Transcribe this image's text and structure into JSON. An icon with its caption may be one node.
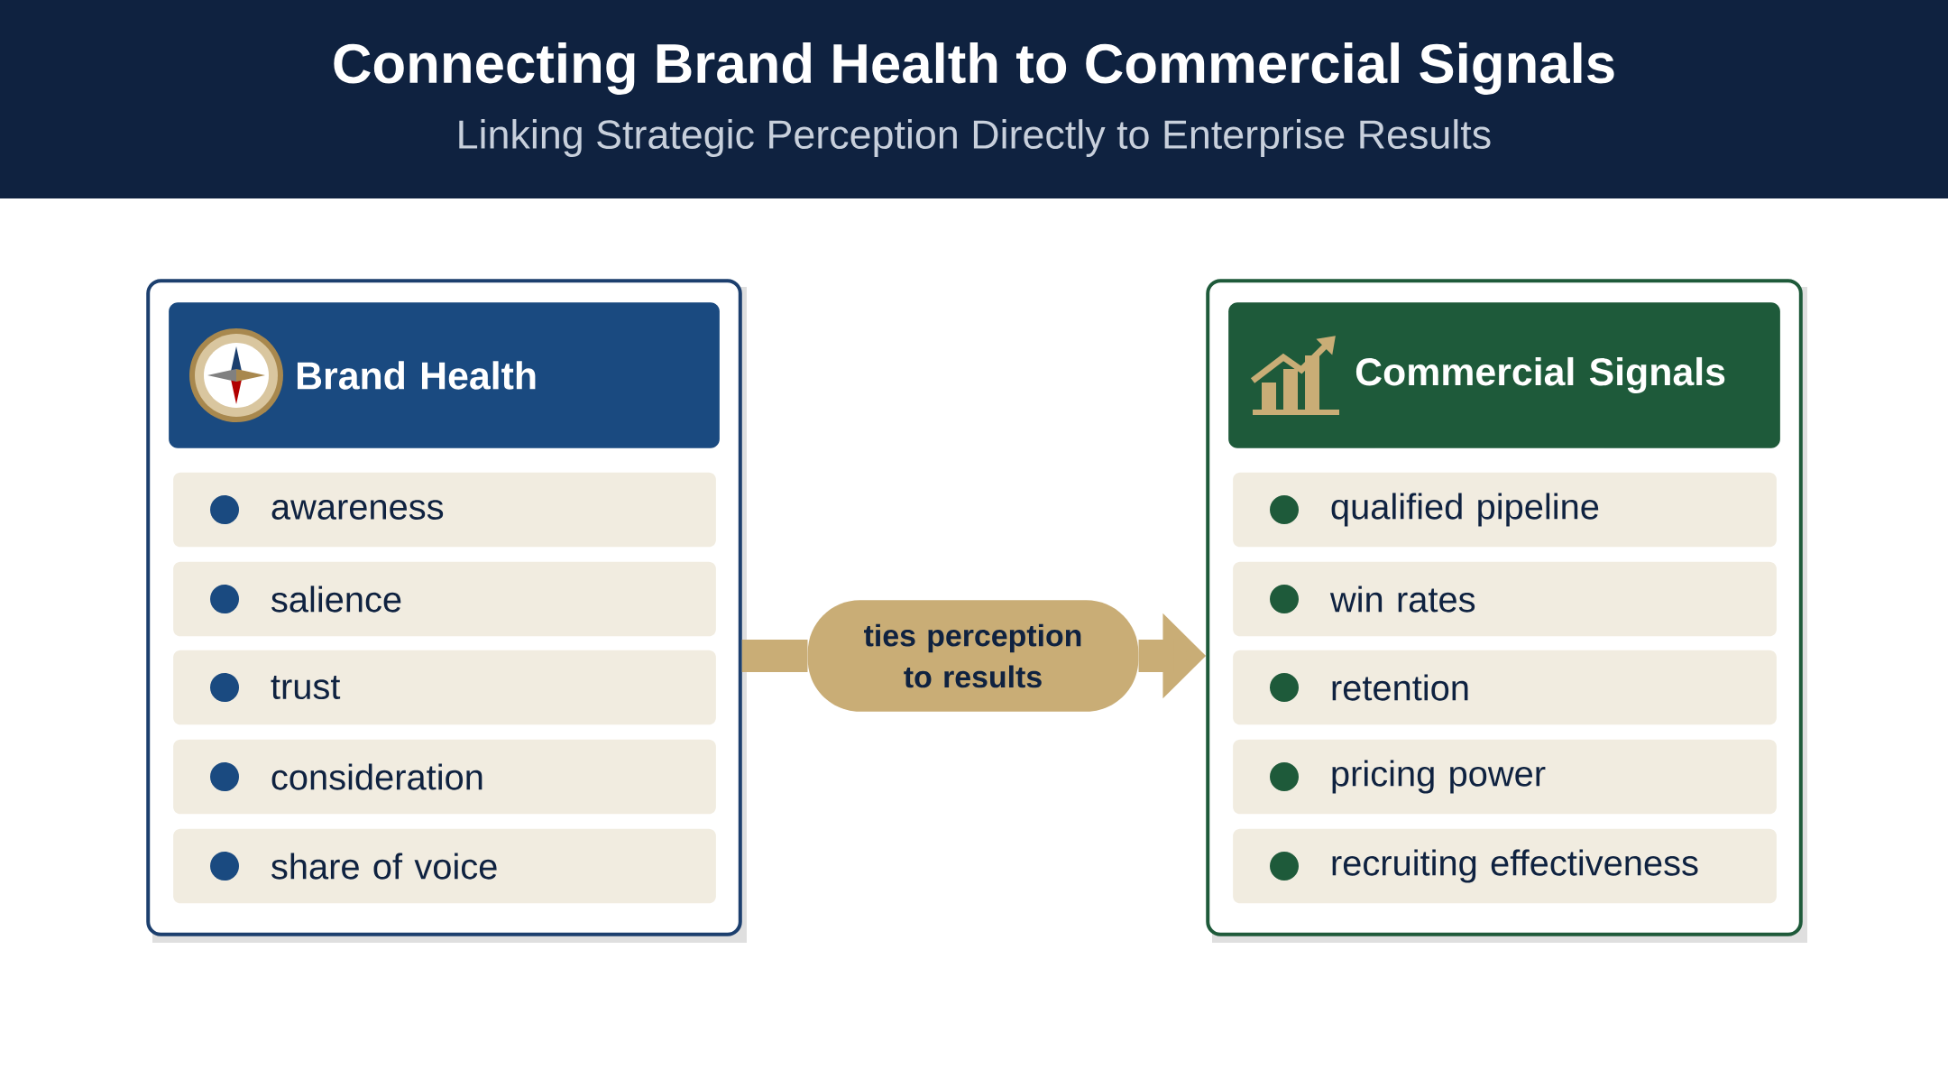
{
  "diagram": {
    "title": "Connecting Brand Health to Commercial Signals",
    "nodes": [
      {
        "text": [
          "Brand Health"
        ]
      },
      {
        "text": [
          "awareness"
        ],
        "in": 0
      },
      {
        "text": [
          "salience"
        ],
        "in": 0
      },
      {
        "text": [
          "trust"
        ],
        "in": 0
      },
      {
        "text": [
          "consideration"
        ],
        "in": 0
      },
      {
        "text": [
          "share of voice"
        ],
        "in": 0
      },
      {
        "text": [
          "ties perception to results"
        ]
      },
      {
        "text": [
          "Commercial Signals"
        ]
      },
      {
        "text": [
          "qualified pipeline"
        ],
        "in": 7
      },
      {
        "text": [
          "win rates"
        ],
        "in": 7
      },
      {
        "text": [
          "retention"
        ],
        "in": 7
      },
      {
        "text": [
          "pricing power"
        ],
        "in": 7
      },
      {
        "text": [
          "recruiting effectiveness"
        ],
        "in": 7
      }
    ],
    "edges": [
      {
        "from": 0,
        "to": 6,
        "arrow": "none"
      },
      {
        "from": 6,
        "to": 7,
        "arrow": "to"
      }
    ],
    "labels": [
      "Linking Strategic Perception Directly to Enterprise Results"
    ]
  }
}
